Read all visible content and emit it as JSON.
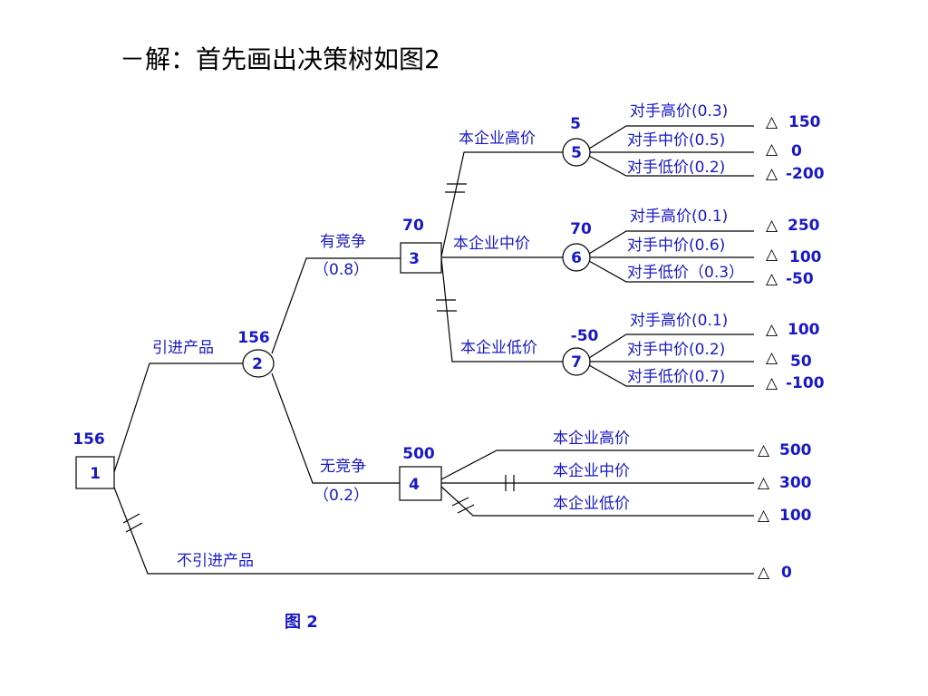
{
  "heading": "－解：首先画出决策树如图2",
  "figure_caption": "图 2",
  "tree": {
    "node1": {
      "number": "1",
      "value": "156"
    },
    "node2": {
      "number": "2",
      "value": "156",
      "branch_label": "引进产品"
    },
    "no_import": {
      "label": "不引进产品",
      "payoff": "0"
    },
    "node3": {
      "number": "3",
      "value": "70",
      "branch_label": "有竞争",
      "prob": "（0.8）"
    },
    "node4": {
      "number": "4",
      "value": "500",
      "branch_label": "无竞争",
      "prob": "（0.2）"
    },
    "node5": {
      "number": "5",
      "value": "5",
      "branch_label": "本企业高价",
      "outcomes": [
        {
          "label": "对手高价(0.3)",
          "payoff": "150"
        },
        {
          "label": "对手中价(0.5)",
          "payoff": "0"
        },
        {
          "label": "对手低价(0.2)",
          "payoff": "-200"
        }
      ]
    },
    "node6": {
      "number": "6",
      "value": "70",
      "branch_label": "本企业中价",
      "outcomes": [
        {
          "label": "对手高价(0.1)",
          "payoff": "250"
        },
        {
          "label": "对手中价(0.6)",
          "payoff": "100"
        },
        {
          "label": "对手低价（0.3）",
          "payoff": "-50"
        }
      ]
    },
    "node7": {
      "number": "7",
      "value": "-50",
      "branch_label": "本企业低价",
      "outcomes": [
        {
          "label": "对手高价(0.1)",
          "payoff": "100"
        },
        {
          "label": "对手中价(0.2)",
          "payoff": "50"
        },
        {
          "label": "对手低价(0.7)",
          "payoff": "-100"
        }
      ]
    },
    "node4_options": [
      {
        "label": "本企业高价",
        "payoff": "500"
      },
      {
        "label": "本企业中价",
        "payoff": "300"
      },
      {
        "label": "本企业低价",
        "payoff": "100"
      }
    ],
    "terminal_symbol": "△"
  }
}
